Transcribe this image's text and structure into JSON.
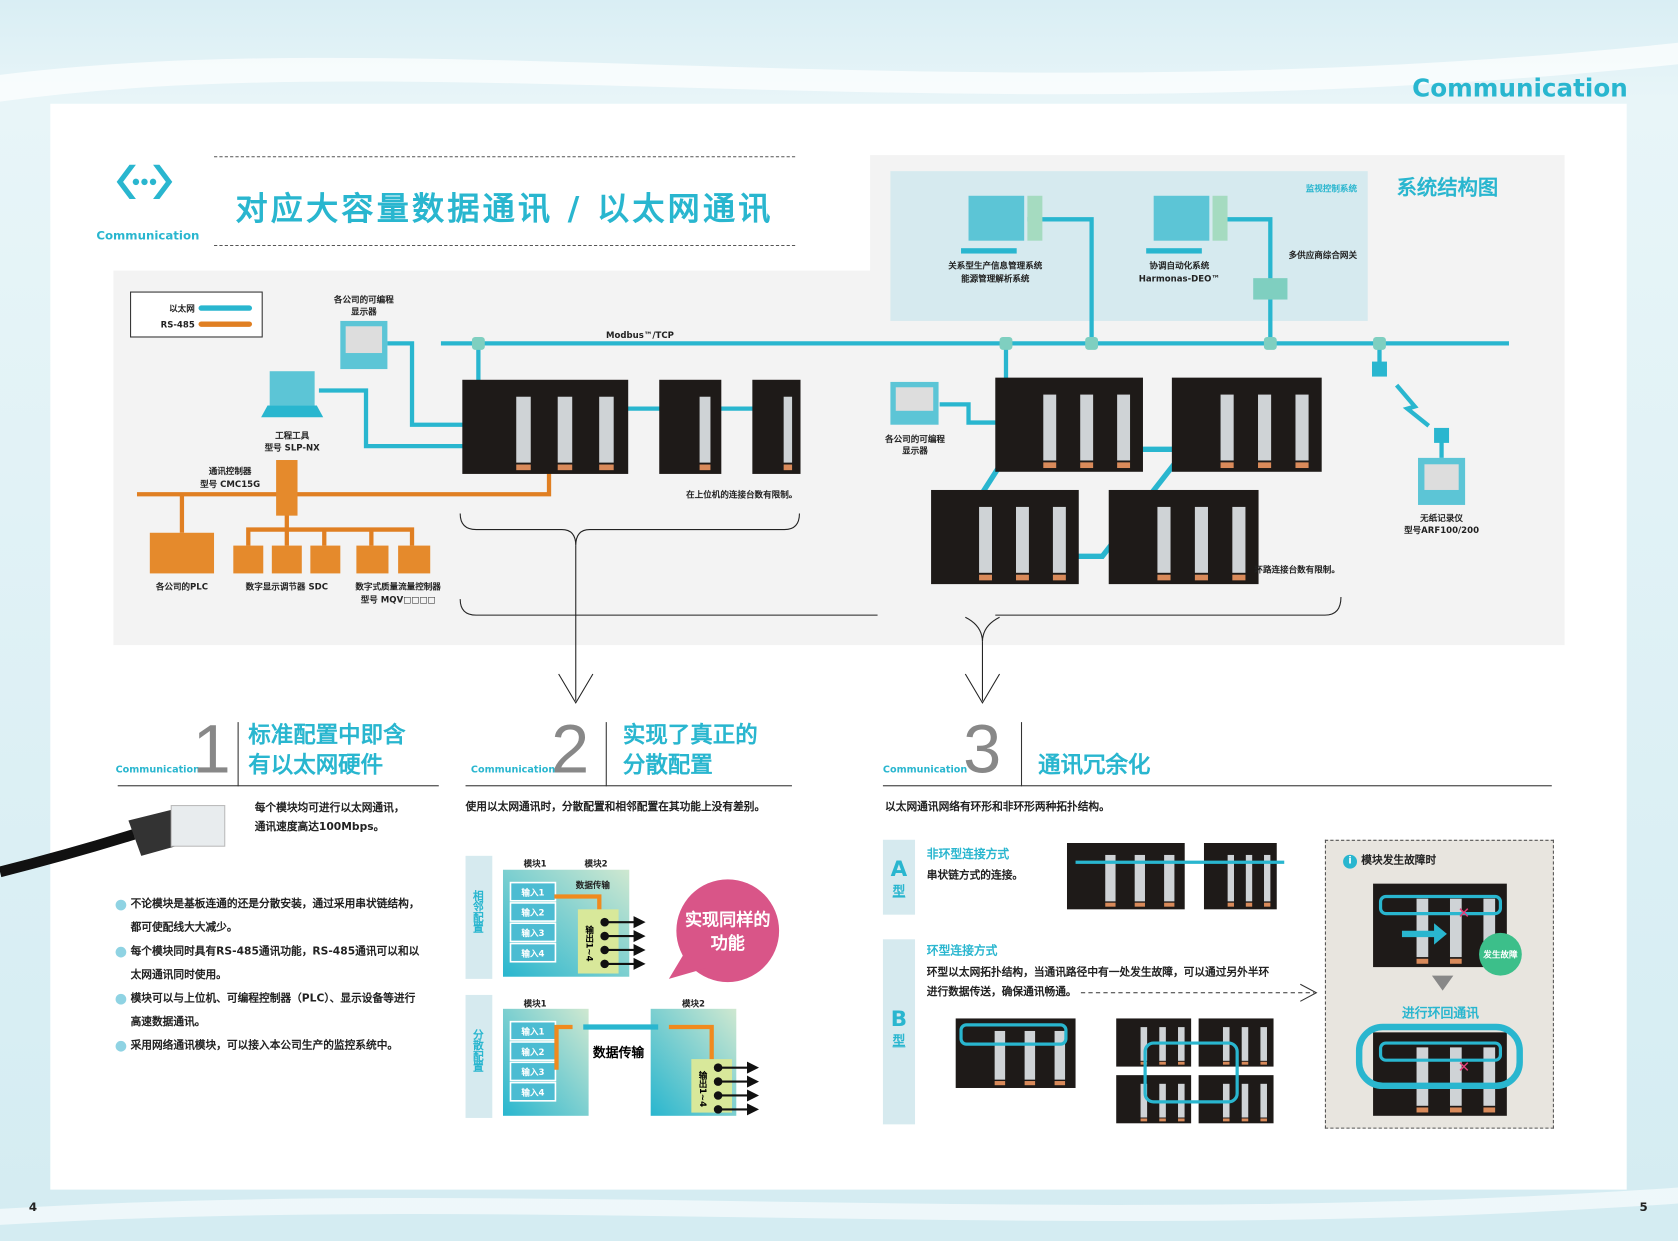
{
  "header": {
    "section_en": "Communication",
    "title": "对应大容量数据通讯 / 以太网通讯",
    "logo_label": "Communication",
    "page_left": "4",
    "page_right": "5"
  },
  "colors": {
    "ethernet": "#29b6cf",
    "rs485": "#e07f22",
    "accent": "#29b6cf",
    "bubble": "#d95588"
  },
  "diagram": {
    "title": "系统结构图",
    "legend": {
      "ethernet": "以太网",
      "rs485": "RS-485"
    },
    "supervisory": "监视控制系统",
    "pc1": [
      "关系型生产信息管理系统",
      "能源管理解析系统"
    ],
    "pc2": [
      "协调自动化系统",
      "Harmonas-DEO™"
    ],
    "gateway": "多供应商综合网关",
    "bus": "Modbus™/TCP",
    "hmi1": [
      "各公司的可编程",
      "显示器"
    ],
    "tool": [
      "工程工具",
      "型号 SLP-NX"
    ],
    "cmc": [
      "通讯控制器",
      "型号 CMC15G"
    ],
    "plc": "各公司的PLC",
    "sdc": "数字显示调节器 SDC",
    "mqv": [
      "数字式质量流量控制器",
      "型号 MQV□□□□"
    ],
    "note1": "在上位机的连接台数有限制。",
    "note2": "环路连接台数有限制。",
    "hmi2": [
      "各公司的可编程",
      "显示器"
    ],
    "recorder": [
      "无纸记录仪",
      "型号ARF100/200"
    ]
  },
  "sec1": {
    "comm": "Communication",
    "num": "1",
    "title": [
      "标准配置中即含",
      "有以太网硬件"
    ],
    "lead": [
      "每个模块均可进行以太网通讯，",
      "通讯速度高达100Mbps。"
    ],
    "bullets": [
      "不论模块是基板连通的还是分散安装，通过采用串状链结构，都可使配线大大减少。",
      "每个模块同时具有RS-485通讯功能，RS-485通讯可以和以太网通讯同时使用。",
      "模块可以与上位机、可编程控制器（PLC）、显示设备等进行高速数据通讯。",
      "采用网络通讯模块，可以接入本公司生产的监控系统中。"
    ]
  },
  "sec2": {
    "comm": "Communication",
    "num": "2",
    "title": [
      "实现了真正的",
      "分散配置"
    ],
    "desc": "使用以太网通讯时，分散配置和相邻配置在其功能上没有差别。",
    "adjacent": "相邻配置",
    "distributed": "分散配置",
    "module1": "模块1",
    "module2": "模块2",
    "transfer": "数据传输",
    "inputs": [
      "输入1",
      "输入2",
      "输入3",
      "输入4"
    ],
    "output": "输出1~4",
    "bubble": [
      "实现同样的",
      "功能"
    ]
  },
  "sec3": {
    "comm": "Communication",
    "num": "3",
    "title": "通讯冗余化",
    "desc": "以太网通讯网络有环形和非环形两种拓扑结构。",
    "a_tag": "A",
    "a_type": "型",
    "a_title": "非环型连接方式",
    "a_desc": "串状链方式的连接。",
    "b_tag": "B",
    "b_type": "型",
    "b_title": "环型连接方式",
    "b_desc": [
      "环型以太网拓扑结构，当通讯路径中有一处发生故障，可以通过另外半环",
      "进行数据传送，确保通讯畅通。"
    ],
    "fault_title": "模块发生故障时",
    "fault_badge": "发生故障",
    "loopback": "进行环回通讯"
  }
}
